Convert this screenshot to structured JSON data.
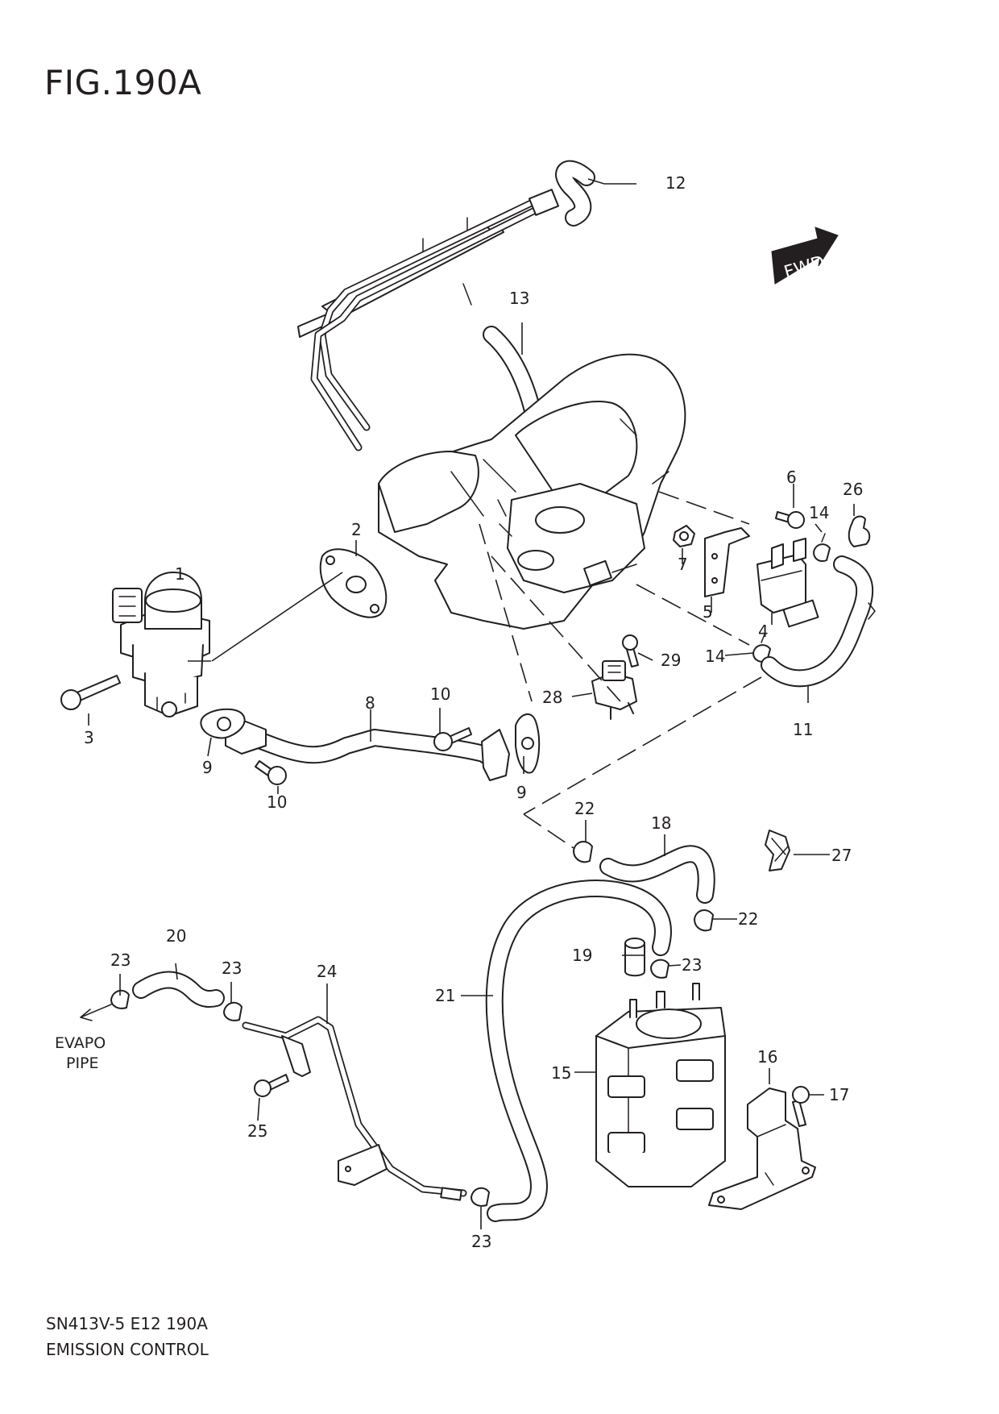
{
  "figure": {
    "title": "FIG.190A",
    "code": "SN413V-5 E12 190A",
    "name": "EMISSION CONTROL"
  },
  "direction_badge": "FWD",
  "note": {
    "line1": "EVAPO",
    "line2": "PIPE"
  },
  "callouts": {
    "c1": "1",
    "c2": "2",
    "c3": "3",
    "c4": "4",
    "c5": "5",
    "c6": "6",
    "c7": "7",
    "c8": "8",
    "c9a": "9",
    "c9b": "9",
    "c10a": "10",
    "c10b": "10",
    "c11": "11",
    "c12": "12",
    "c13": "13",
    "c14a": "14",
    "c14b": "14",
    "c15": "15",
    "c16": "16",
    "c17": "17",
    "c18": "18",
    "c19": "19",
    "c20": "20",
    "c21": "21",
    "c22a": "22",
    "c22b": "22",
    "c23a": "23",
    "c23b": "23",
    "c23c": "23",
    "c23d": "23",
    "c24": "24",
    "c25": "25",
    "c26": "26",
    "c27": "27",
    "c28": "28",
    "c29": "29"
  },
  "colors": {
    "ink": "#231f20",
    "paper": "#ffffff",
    "badge": "#231f20"
  }
}
